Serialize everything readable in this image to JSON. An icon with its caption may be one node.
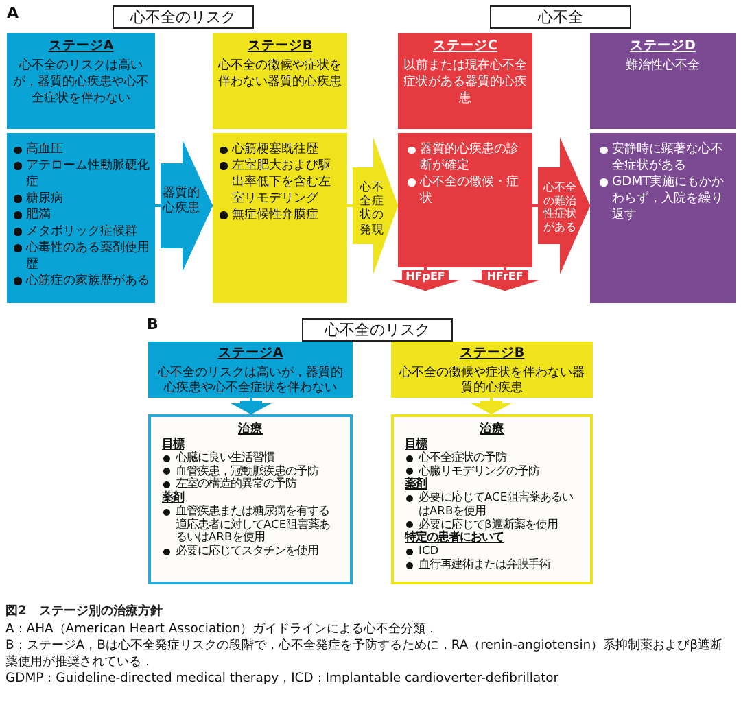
{
  "diagram": {
    "caption": "図2　ステージ別の治療方針",
    "nodes": [
      {
        "text": [
          "心不全のリスク"
        ]
      },
      {
        "text": [
          "心不全"
        ]
      },
      {
        "text": [
          "ステージA",
          "心不全のリスクは高いが，器質的心疾患や心不全症状を伴わない"
        ]
      },
      {
        "text": [
          "高血圧",
          "アテローム性動脈硬化症",
          "糖尿病",
          "肥満",
          "メタボリック症候群",
          "心毒性のある薬剤使用歴",
          "心筋症の家族歴がある"
        ]
      },
      {
        "text": [
          "ステージB",
          "心不全の徴候や症状を伴わない器質的心疾患"
        ]
      },
      {
        "text": [
          "心筋梗塞既往歴",
          "左室肥大および駆出率低下を含む左室リモデリング",
          "無症候性弁膜症"
        ]
      },
      {
        "text": [
          "ステージC",
          "以前または現在心不全症状がある器質的心疾患"
        ]
      },
      {
        "text": [
          "器質的心疾患の診断が確定",
          "心不全の徴候・症状"
        ]
      },
      {
        "text": [
          "ステージD",
          "難治性心不全"
        ]
      },
      {
        "text": [
          "安静時に顕著な心不全症状がある",
          "GDMT実施にもかかわらず，入院を繰り返す"
        ]
      },
      {
        "text": [
          "心不全のリスク"
        ]
      },
      {
        "text": [
          "ステージA",
          "心不全のリスクは高いが，器質的心疾患や心不全症状を伴わない"
        ]
      },
      {
        "text": [
          "ステージB",
          "心不全の徴候や症状を伴わない器質的心疾患"
        ]
      },
      {
        "text": [
          "治療",
          "目標",
          "心臓に良い生活習慣",
          "血管疾患，冠動脈疾患の予防",
          "左室の構造的異常の予防",
          "薬剤",
          "血管疾患または糖尿病を有する適応患者に対してACE阻害薬あるいはARBを使用",
          "必要に応じてスタチンを使用"
        ]
      },
      {
        "text": [
          "治療",
          "目標",
          "心不全症状の予防",
          "心臓リモデリングの予防",
          "薬剤",
          "必要に応じてACE阻害薬あるいはARBを使用",
          "必要に応じてβ遮断薬を使用",
          "特定の患者において",
          "ICD",
          "血行再建術または弁膜手術"
        ]
      }
    ],
    "edges": [
      {
        "from": 3,
        "to": 5,
        "arrow": "to",
        "label": "器質的心疾患",
        "color": "#0aa3d6"
      },
      {
        "from": 5,
        "to": 7,
        "arrow": "to",
        "label": "心不全症状の発現",
        "color": "#efe41c"
      },
      {
        "from": 7,
        "to": 9,
        "arrow": "to",
        "label": "心不全の難治性症状がある",
        "color": "#e53a40"
      },
      {
        "from": 7,
        "to": null,
        "arrow": "to",
        "label": "HFpEF",
        "color": "#e53a40"
      },
      {
        "from": 7,
        "to": null,
        "arrow": "to",
        "label": "HFrEF",
        "color": "#e53a40"
      },
      {
        "from": 11,
        "to": 13,
        "arrow": "to",
        "color": "#0aa3d6"
      },
      {
        "from": 12,
        "to": 14,
        "arrow": "to",
        "color": "#efe41c"
      }
    ],
    "labels": [
      "A",
      "B",
      "A：AHA（American Heart Association）ガイドラインによる心不全分類．",
      "B：ステージA，Bは心不全発症リスクの段階で，心不全発症を予防するために，RA（renin-angiotensin）系抑制薬およびβ遮断薬使用が推奨されている．",
      "GDMP：Guideline-directed medical therapy，ICD：Implantable cardioverter-defibrillator"
    ]
  }
}
